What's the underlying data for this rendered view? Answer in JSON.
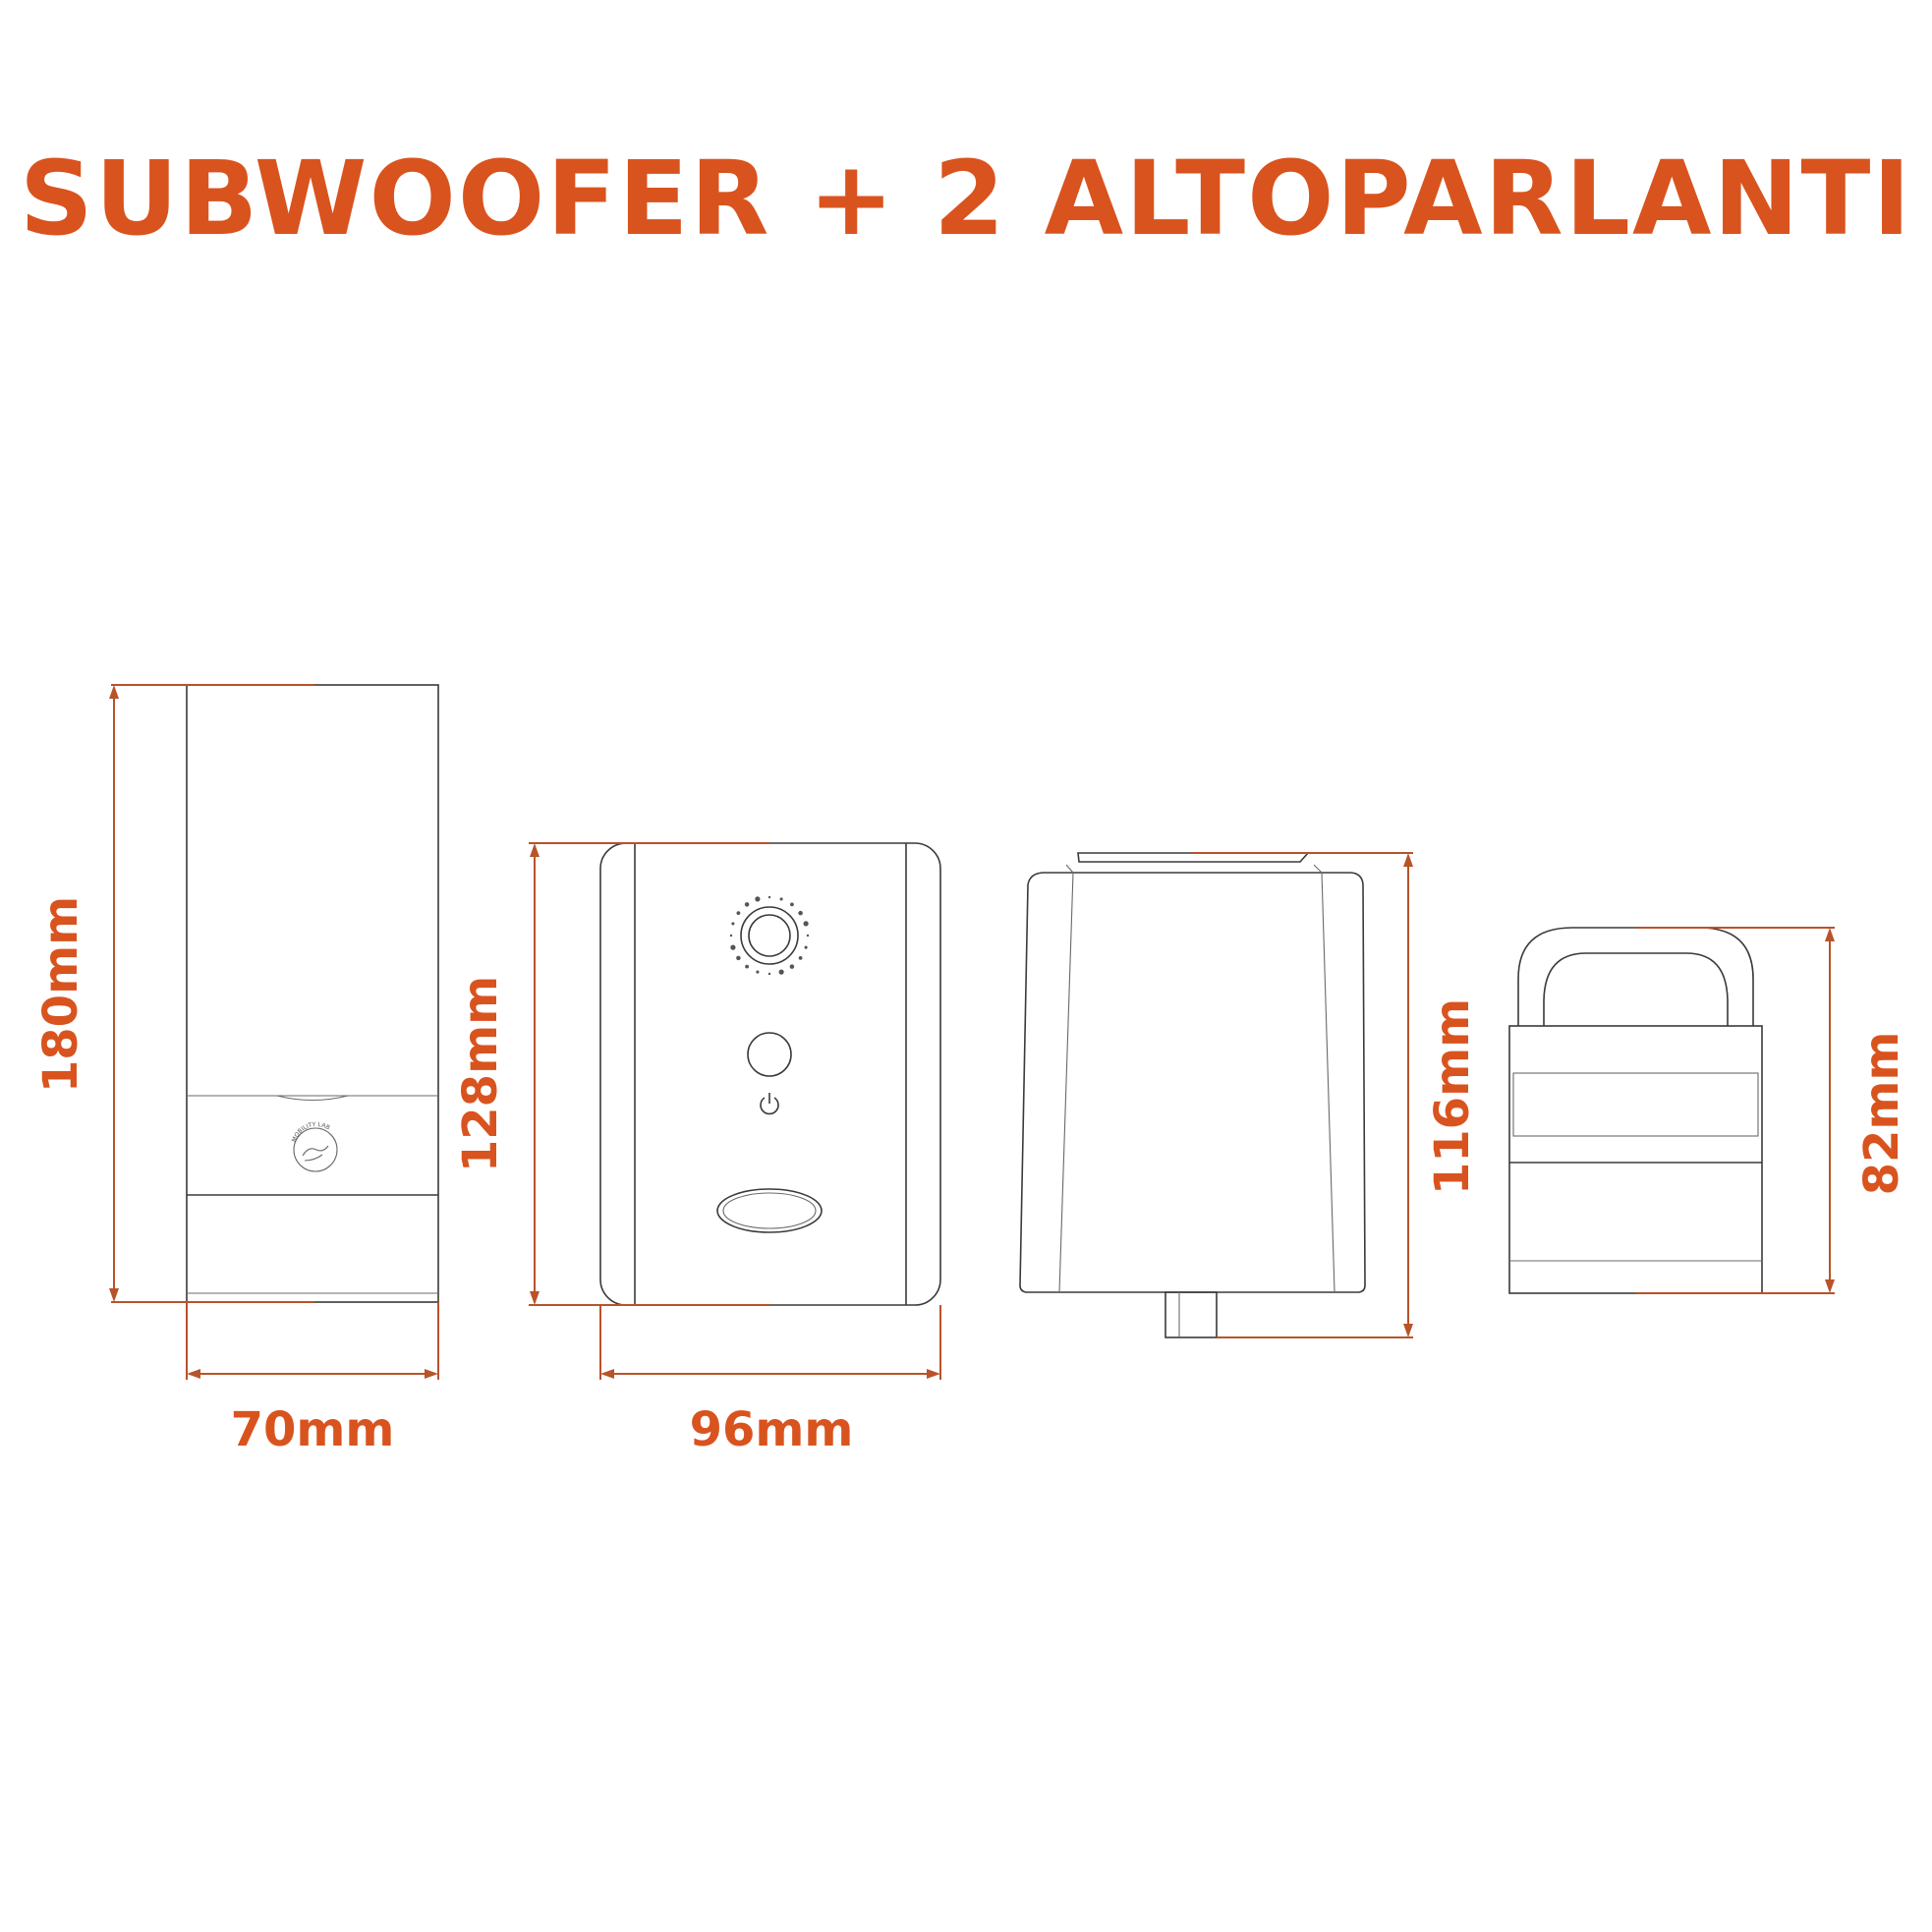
{
  "title": "SUBWOOFER + 2 ALTOPARLANTI",
  "dimensions": {
    "subwoofer_height": "180mm",
    "subwoofer_width": "70mm",
    "speaker_height": "128mm",
    "speaker_width": "96mm",
    "side_view_height": "116mm",
    "top_view_height": "82mm"
  },
  "logo_text": "MOBILITY LAB",
  "colors": {
    "accent": "#d9531e",
    "outline": "#3a3a3a",
    "dimension_line": "#b8532a"
  },
  "icons": {
    "power": "power-icon",
    "volume_knob": "volume-knob-icon",
    "logo": "hand-logo-icon"
  }
}
